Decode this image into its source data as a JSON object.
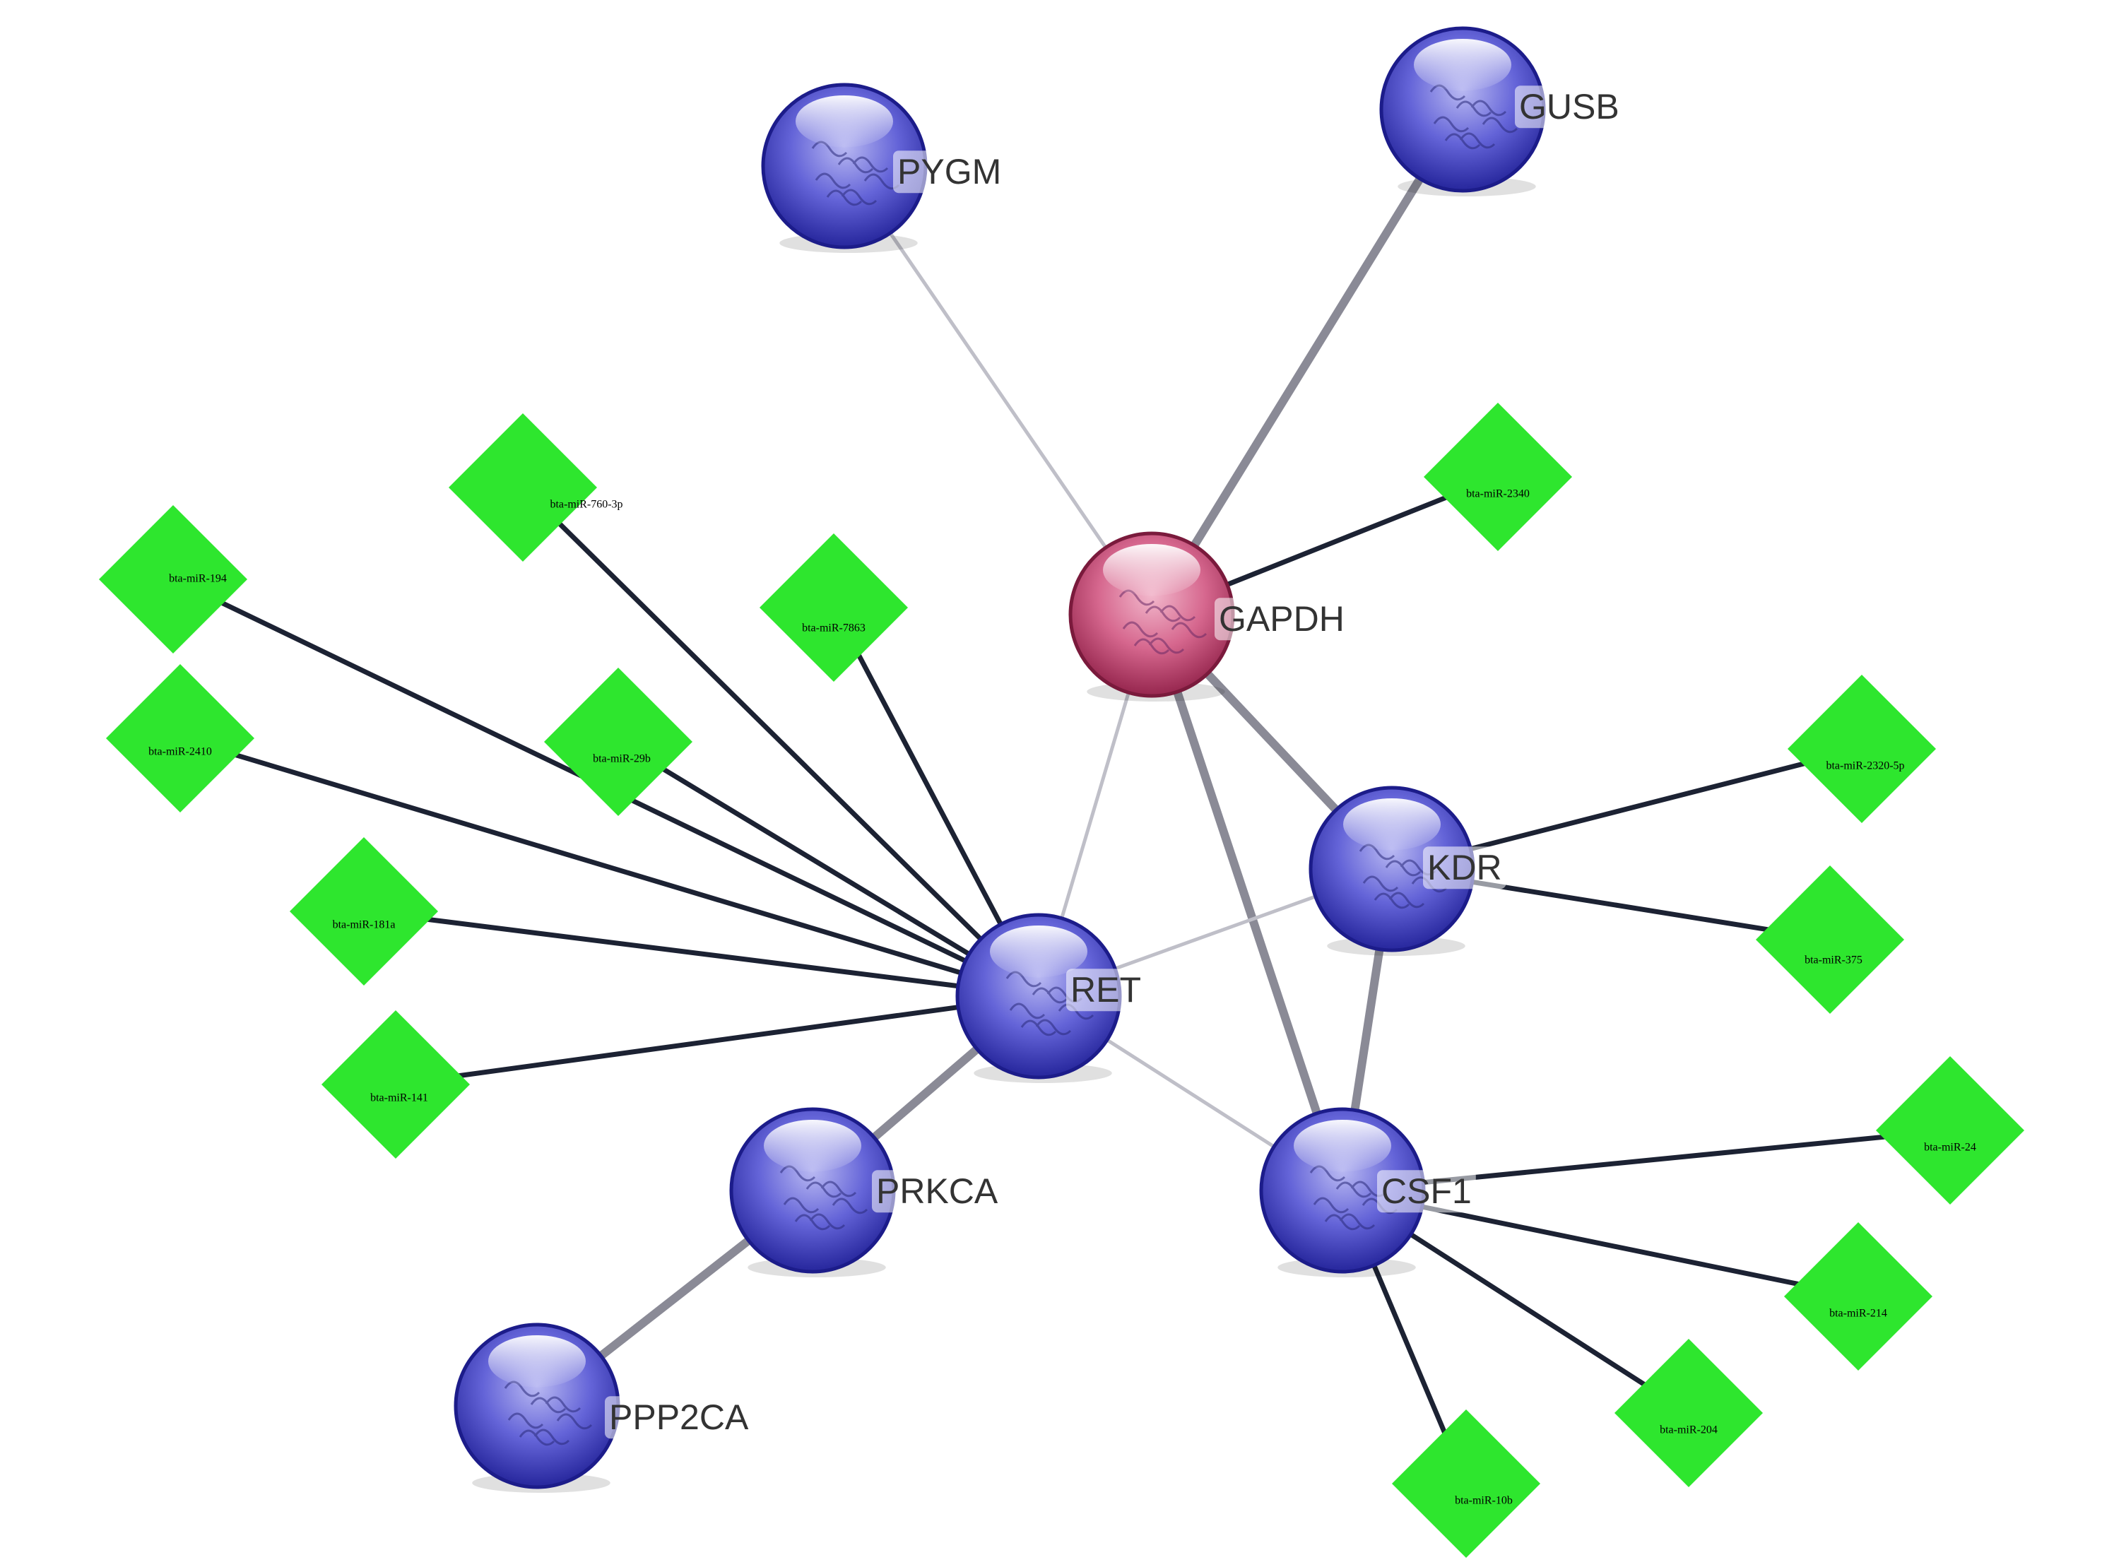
{
  "colors": {
    "protein": "#4646c8",
    "hub_protein": "#c0406e",
    "mirna": "#2ee62e",
    "mirna_edge": "#1c2233",
    "protein_edge": "#8a8a96"
  },
  "proteins": [
    {
      "id": "PYGM",
      "label": "PYGM",
      "hub": false
    },
    {
      "id": "GUSB",
      "label": "GUSB",
      "hub": false
    },
    {
      "id": "GAPDH",
      "label": "GAPDH",
      "hub": true
    },
    {
      "id": "KDR",
      "label": "KDR",
      "hub": false
    },
    {
      "id": "RET",
      "label": "RET",
      "hub": false
    },
    {
      "id": "PRKCA",
      "label": "PRKCA",
      "hub": false
    },
    {
      "id": "CSF1",
      "label": "CSF1",
      "hub": false
    },
    {
      "id": "PPP2CA",
      "label": "PPP2CA",
      "hub": false
    }
  ],
  "mirnas": [
    {
      "id": "m760",
      "label": "bta-miR-760-3p"
    },
    {
      "id": "m194",
      "label": "bta-miR-194"
    },
    {
      "id": "m7863",
      "label": "bta-miR-7863"
    },
    {
      "id": "m2410",
      "label": "bta-miR-2410"
    },
    {
      "id": "m29b",
      "label": "bta-miR-29b"
    },
    {
      "id": "m181a",
      "label": "bta-miR-181a"
    },
    {
      "id": "m141",
      "label": "bta-miR-141"
    },
    {
      "id": "m2340",
      "label": "bta-miR-2340"
    },
    {
      "id": "m2320",
      "label": "bta-miR-2320-5p"
    },
    {
      "id": "m375",
      "label": "bta-miR-375"
    },
    {
      "id": "m24",
      "label": "bta-miR-24"
    },
    {
      "id": "m214",
      "label": "bta-miR-214"
    },
    {
      "id": "m204",
      "label": "bta-miR-204"
    },
    {
      "id": "m10b",
      "label": "bta-miR-10b"
    }
  ],
  "protein_edges": [
    {
      "source": "PYGM",
      "target": "GAPDH",
      "strength": "weak"
    },
    {
      "source": "GUSB",
      "target": "GAPDH",
      "strength": "strong"
    },
    {
      "source": "GAPDH",
      "target": "RET",
      "strength": "weak"
    },
    {
      "source": "GAPDH",
      "target": "KDR",
      "strength": "strong"
    },
    {
      "source": "GAPDH",
      "target": "CSF1",
      "strength": "strong"
    },
    {
      "source": "RET",
      "target": "KDR",
      "strength": "weak"
    },
    {
      "source": "RET",
      "target": "CSF1",
      "strength": "weak"
    },
    {
      "source": "RET",
      "target": "PRKCA",
      "strength": "strong"
    },
    {
      "source": "KDR",
      "target": "CSF1",
      "strength": "strong"
    },
    {
      "source": "PRKCA",
      "target": "PPP2CA",
      "strength": "strong"
    }
  ],
  "mirna_edges": [
    {
      "source": "m760",
      "target": "RET"
    },
    {
      "source": "m194",
      "target": "RET"
    },
    {
      "source": "m7863",
      "target": "RET"
    },
    {
      "source": "m2410",
      "target": "RET"
    },
    {
      "source": "m29b",
      "target": "RET"
    },
    {
      "source": "m181a",
      "target": "RET"
    },
    {
      "source": "m141",
      "target": "RET"
    },
    {
      "source": "m2340",
      "target": "GAPDH"
    },
    {
      "source": "m2320",
      "target": "KDR"
    },
    {
      "source": "m375",
      "target": "KDR"
    },
    {
      "source": "m24",
      "target": "CSF1"
    },
    {
      "source": "m214",
      "target": "CSF1"
    },
    {
      "source": "m204",
      "target": "CSF1"
    },
    {
      "source": "m10b",
      "target": "CSF1"
    }
  ]
}
